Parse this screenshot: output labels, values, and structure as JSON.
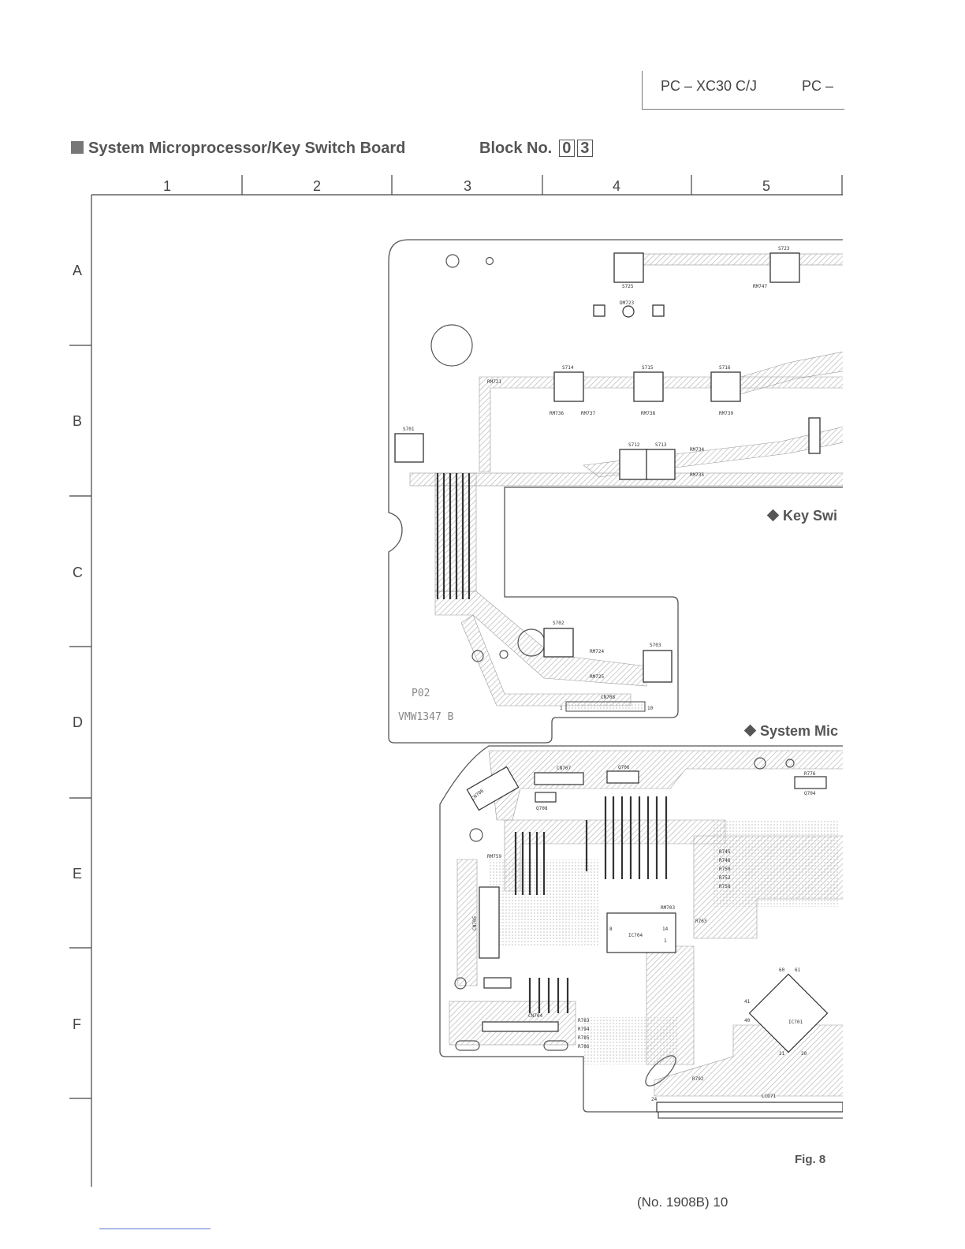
{
  "header": {
    "model_1": "PC – XC30 C/J",
    "model_2": "PC –"
  },
  "title": {
    "section": "System Microprocessor/Key Switch Board",
    "block_label": "Block No.",
    "block_digits": [
      "0",
      "3"
    ]
  },
  "grid": {
    "columns": [
      "1",
      "2",
      "3",
      "4",
      "5"
    ],
    "rows": [
      "A",
      "B",
      "C",
      "D",
      "E",
      "F"
    ]
  },
  "boards": {
    "key_switch_label": "Key Swi",
    "system_micro_label": "System Mic",
    "board_code_1": "P02",
    "board_code_2": "VMW1347 B"
  },
  "components": [
    "S725",
    "S723",
    "RM747",
    "DM723",
    "S714",
    "S715",
    "S716",
    "RM721",
    "RM736",
    "RM737",
    "RM738",
    "RM739",
    "S701",
    "S712",
    "S713",
    "RM734",
    "RM735",
    "S702",
    "S703",
    "RM724",
    "RM725",
    "CN708",
    "CN706",
    "CN707",
    "Q708",
    "Q706",
    "R776",
    "Q704",
    "RM759",
    "CN705",
    "IC704",
    "RM703",
    "IC701",
    "R763",
    "CN704",
    "LCD71",
    "R745",
    "R746",
    "R750",
    "R752",
    "R758",
    "R783",
    "R794",
    "R785",
    "R786",
    "R792"
  ],
  "pin_labels": {
    "cn708_first": "1",
    "cn708_last": "10",
    "ic704_8": "8",
    "ic704_14": "14",
    "ic704_1": "1",
    "ic701_60": "60",
    "ic701_61": "61",
    "ic701_40": "40",
    "ic701_41": "41",
    "ic701_21": "21",
    "ic701_20": "20",
    "lcd_24": "24"
  },
  "footer": {
    "fig_label": "Fig. 8",
    "page_number": "(No. 1908B) 10"
  }
}
